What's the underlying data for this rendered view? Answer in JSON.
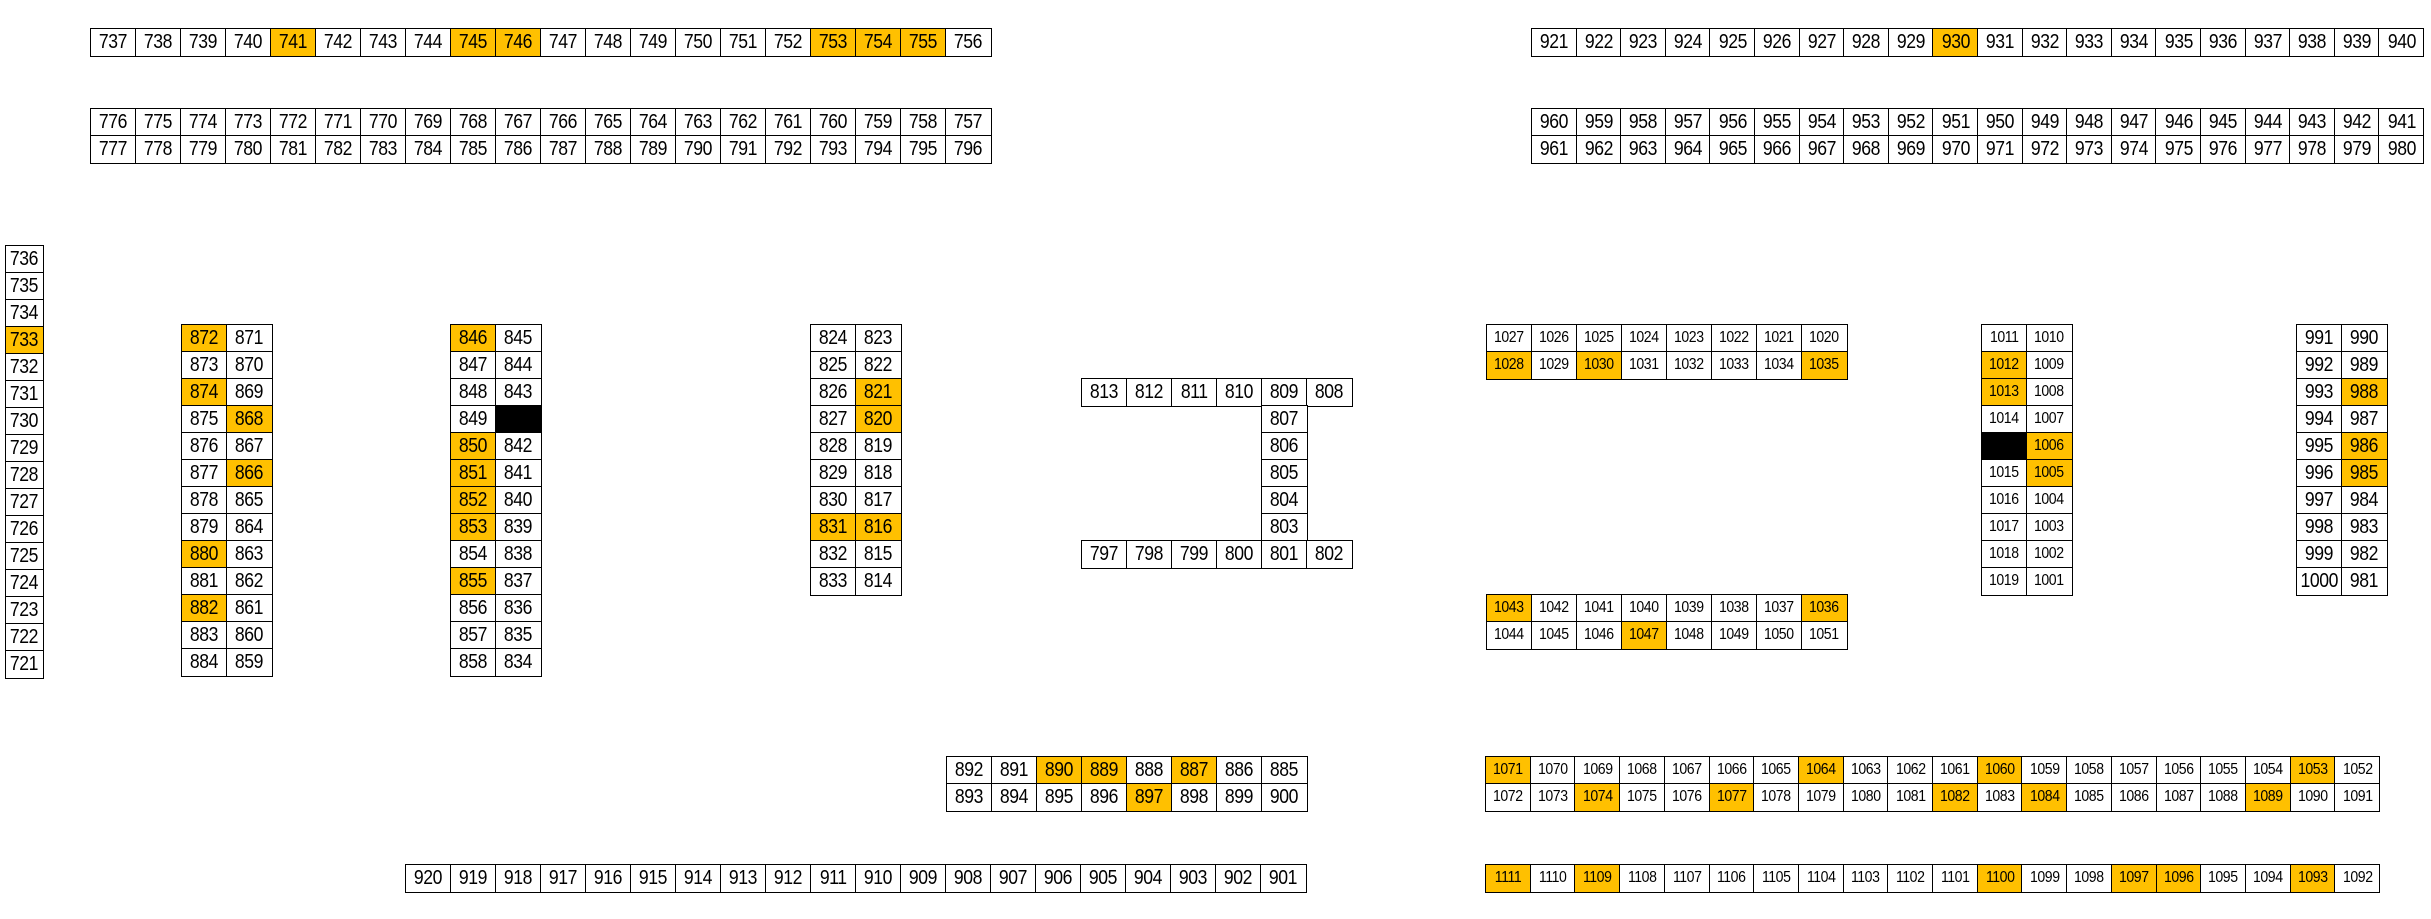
{
  "colors": {
    "highlight": "#FFC000",
    "blocked": "#000000",
    "normal": "#FFFFFF"
  },
  "blocks": [
    {
      "id": "top-left",
      "rows": [
        [
          "737",
          "738",
          "739",
          "740",
          "741",
          "742",
          "743",
          "744",
          "745",
          "746",
          "747",
          "748",
          "749",
          "750",
          "751",
          "752",
          "753",
          "754",
          "755",
          "756"
        ]
      ],
      "highlighted": [
        "741",
        "745",
        "746",
        "753",
        "754",
        "755"
      ]
    },
    {
      "id": "mid-left",
      "rows": [
        [
          "776",
          "775",
          "774",
          "773",
          "772",
          "771",
          "770",
          "769",
          "768",
          "767",
          "766",
          "765",
          "764",
          "763",
          "762",
          "761",
          "760",
          "759",
          "758",
          "757"
        ],
        [
          "777",
          "778",
          "779",
          "780",
          "781",
          "782",
          "783",
          "784",
          "785",
          "786",
          "787",
          "788",
          "789",
          "790",
          "791",
          "792",
          "793",
          "794",
          "795",
          "796"
        ]
      ],
      "highlighted": []
    },
    {
      "id": "top-right",
      "rows": [
        [
          "921",
          "922",
          "923",
          "924",
          "925",
          "926",
          "927",
          "928",
          "929",
          "930",
          "931",
          "932",
          "933",
          "934",
          "935",
          "936",
          "937",
          "938",
          "939",
          "940"
        ]
      ],
      "highlighted": [
        "930"
      ]
    },
    {
      "id": "mid-right",
      "rows": [
        [
          "960",
          "959",
          "958",
          "957",
          "956",
          "955",
          "954",
          "953",
          "952",
          "951",
          "950",
          "949",
          "948",
          "947",
          "946",
          "945",
          "944",
          "943",
          "942",
          "941"
        ],
        [
          "961",
          "962",
          "963",
          "964",
          "965",
          "966",
          "967",
          "968",
          "969",
          "970",
          "971",
          "972",
          "973",
          "974",
          "975",
          "976",
          "977",
          "978",
          "979",
          "980"
        ]
      ],
      "highlighted": []
    },
    {
      "id": "col-736",
      "rows": [
        [
          "736"
        ],
        [
          "735"
        ],
        [
          "734"
        ],
        [
          "733"
        ],
        [
          "732"
        ],
        [
          "731"
        ],
        [
          "730"
        ],
        [
          "729"
        ],
        [
          "728"
        ],
        [
          "727"
        ],
        [
          "726"
        ],
        [
          "725"
        ],
        [
          "724"
        ],
        [
          "723"
        ],
        [
          "722"
        ],
        [
          "721"
        ]
      ],
      "highlighted": [
        "733"
      ]
    },
    {
      "id": "col-872",
      "rows": [
        [
          "872",
          "871"
        ],
        [
          "873",
          "870"
        ],
        [
          "874",
          "869"
        ],
        [
          "875",
          "868"
        ],
        [
          "876",
          "867"
        ],
        [
          "877",
          "866"
        ],
        [
          "878",
          "865"
        ],
        [
          "879",
          "864"
        ],
        [
          "880",
          "863"
        ],
        [
          "881",
          "862"
        ],
        [
          "882",
          "861"
        ],
        [
          "883",
          "860"
        ],
        [
          "884",
          "859"
        ]
      ],
      "highlighted": [
        "872",
        "874",
        "868",
        "866",
        "880",
        "882"
      ]
    },
    {
      "id": "col-846",
      "rows": [
        [
          "846",
          "845"
        ],
        [
          "847",
          "844"
        ],
        [
          "848",
          "843"
        ],
        [
          "849",
          null
        ],
        [
          "850",
          "842"
        ],
        [
          "851",
          "841"
        ],
        [
          "852",
          "840"
        ],
        [
          "853",
          "839"
        ],
        [
          "854",
          "838"
        ],
        [
          "855",
          "837"
        ],
        [
          "856",
          "836"
        ],
        [
          "857",
          "835"
        ],
        [
          "858",
          "834"
        ]
      ],
      "highlighted": [
        "846",
        "850",
        "851",
        "852",
        "853",
        "855"
      ]
    },
    {
      "id": "col-824",
      "rows": [
        [
          "824",
          "823"
        ],
        [
          "825",
          "822"
        ],
        [
          "826",
          "821"
        ],
        [
          "827",
          "820"
        ],
        [
          "828",
          "819"
        ],
        [
          "829",
          "818"
        ],
        [
          "830",
          "817"
        ],
        [
          "831",
          "816"
        ],
        [
          "832",
          "815"
        ],
        [
          "833",
          "814"
        ]
      ],
      "highlighted": [
        "821",
        "820",
        "831",
        "816"
      ]
    },
    {
      "id": "frame-813",
      "rows": [
        [
          "813",
          "812",
          "811",
          "810",
          "809",
          "808"
        ],
        [
          "",
          "",
          "",
          "",
          "807",
          ""
        ],
        [
          "",
          "",
          "",
          "",
          "806",
          ""
        ],
        [
          "",
          "",
          "",
          "",
          "805",
          ""
        ],
        [
          "",
          "",
          "",
          "",
          "804",
          ""
        ],
        [
          "",
          "",
          "",
          "",
          "803",
          ""
        ],
        [
          "797",
          "798",
          "799",
          "800",
          "801",
          "802"
        ]
      ],
      "highlighted": []
    },
    {
      "id": "row-1027",
      "small": true,
      "rows": [
        [
          "1027",
          "1026",
          "1025",
          "1024",
          "1023",
          "1022",
          "1021",
          "1020"
        ],
        [
          "1028",
          "1029",
          "1030",
          "1031",
          "1032",
          "1033",
          "1034",
          "1035"
        ]
      ],
      "highlighted": [
        "1028",
        "1030",
        "1035"
      ]
    },
    {
      "id": "row-1043",
      "small": true,
      "rows": [
        [
          "1043",
          "1042",
          "1041",
          "1040",
          "1039",
          "1038",
          "1037",
          "1036"
        ],
        [
          "1044",
          "1045",
          "1046",
          "1047",
          "1048",
          "1049",
          "1050",
          "1051"
        ]
      ],
      "highlighted": [
        "1043",
        "1036",
        "1047"
      ]
    },
    {
      "id": "col-1011",
      "small": true,
      "rows": [
        [
          "1011",
          "1010"
        ],
        [
          "1012",
          "1009"
        ],
        [
          "1013",
          "1008"
        ],
        [
          "1014",
          "1007"
        ],
        [
          null,
          "1006"
        ],
        [
          "1015",
          "1005"
        ],
        [
          "1016",
          "1004"
        ],
        [
          "1017",
          "1003"
        ],
        [
          "1018",
          "1002"
        ],
        [
          "1019",
          "1001"
        ]
      ],
      "highlighted": [
        "1012",
        "1013",
        "1006",
        "1005"
      ]
    },
    {
      "id": "col-991",
      "rows": [
        [
          "991",
          "990"
        ],
        [
          "992",
          "989"
        ],
        [
          "993",
          "988"
        ],
        [
          "994",
          "987"
        ],
        [
          "995",
          "986"
        ],
        [
          "996",
          "985"
        ],
        [
          "997",
          "984"
        ],
        [
          "998",
          "983"
        ],
        [
          "999",
          "982"
        ],
        [
          "1000",
          "981"
        ]
      ],
      "highlighted": [
        "988",
        "986",
        "985"
      ]
    },
    {
      "id": "row-892",
      "rows": [
        [
          "892",
          "891",
          "890",
          "889",
          "888",
          "887",
          "886",
          "885"
        ],
        [
          "893",
          "894",
          "895",
          "896",
          "897",
          "898",
          "899",
          "900"
        ]
      ],
      "highlighted": [
        "890",
        "889",
        "887",
        "897"
      ]
    },
    {
      "id": "row-920",
      "rows": [
        [
          "920",
          "919",
          "918",
          "917",
          "916",
          "915",
          "914",
          "913",
          "912",
          "911",
          "910",
          "909",
          "908",
          "907",
          "906",
          "905",
          "904",
          "903",
          "902",
          "901"
        ]
      ],
      "highlighted": []
    },
    {
      "id": "row-1071",
      "small": true,
      "rows": [
        [
          "1071",
          "1070",
          "1069",
          "1068",
          "1067",
          "1066",
          "1065",
          "1064",
          "1063",
          "1062",
          "1061",
          "1060",
          "1059",
          "1058",
          "1057",
          "1056",
          "1055",
          "1054",
          "1053",
          "1052"
        ],
        [
          "1072",
          "1073",
          "1074",
          "1075",
          "1076",
          "1077",
          "1078",
          "1079",
          "1080",
          "1081",
          "1082",
          "1083",
          "1084",
          "1085",
          "1086",
          "1087",
          "1088",
          "1089",
          "1090",
          "1091"
        ]
      ],
      "highlighted": [
        "1071",
        "1064",
        "1060",
        "1053",
        "1074",
        "1077",
        "1082",
        "1084",
        "1089"
      ]
    },
    {
      "id": "row-1111",
      "small": true,
      "rows": [
        [
          "1111",
          "1110",
          "1109",
          "1108",
          "1107",
          "1106",
          "1105",
          "1104",
          "1103",
          "1102",
          "1101",
          "1100",
          "1099",
          "1098",
          "1097",
          "1096",
          "1095",
          "1094",
          "1093",
          "1092"
        ]
      ],
      "highlighted": [
        "1111",
        "1109",
        "1100",
        "1097",
        "1096",
        "1093"
      ]
    }
  ]
}
